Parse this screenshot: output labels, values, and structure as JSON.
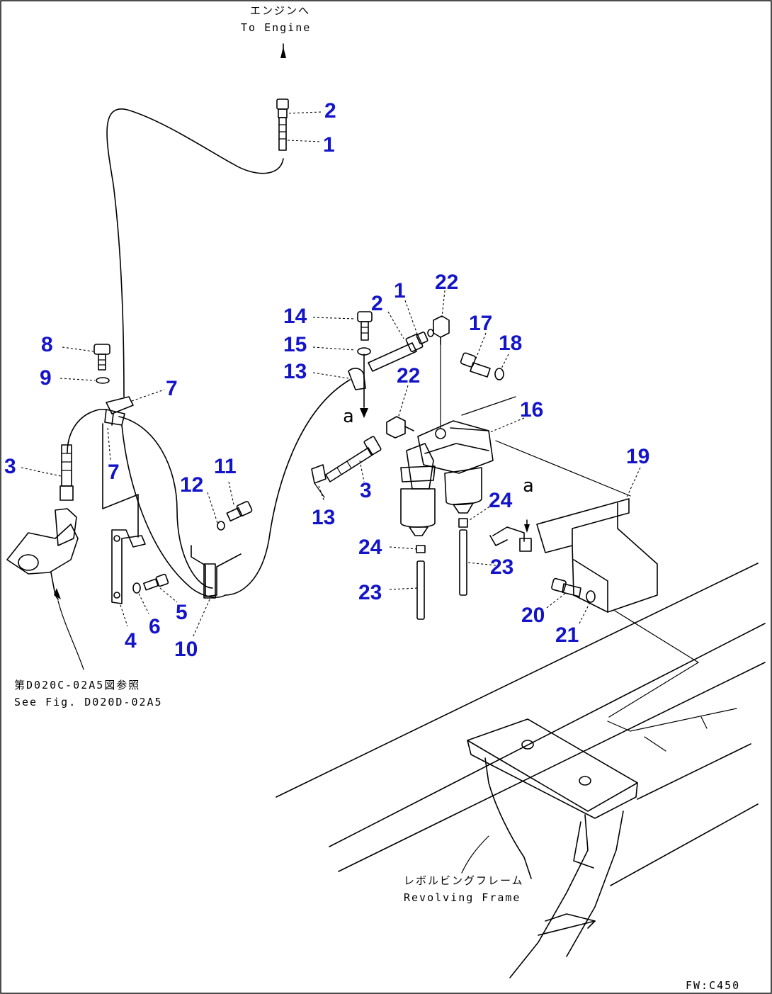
{
  "notes": {
    "engine_jp": "エンジンへ",
    "engine_en": "To Engine",
    "see_fig_jp": "第D020C-02A5図参照",
    "see_fig_en": "See Fig. D020D-02A5",
    "frame_jp": "レボルビングフレーム",
    "frame_en": "Revolving Frame",
    "view_mark_top": "a",
    "view_mark_right": "a",
    "drawing_code": "FW:C450"
  },
  "callouts": {
    "c1_top": "1",
    "c2_top": "2",
    "c8": "8",
    "c9": "9",
    "c7_upper": "7",
    "c7_lower": "7",
    "c3_left": "3",
    "c12": "12",
    "c11": "11",
    "c5": "5",
    "c6": "6",
    "c4": "4",
    "c10": "10",
    "c14": "14",
    "c15": "15",
    "c13_upper": "13",
    "c13_lower": "13",
    "c2_mid": "2",
    "c1_mid": "1",
    "c22_upper": "22",
    "c22_lower": "22",
    "c3_mid": "3",
    "c17": "17",
    "c18": "18",
    "c16": "16",
    "c19": "19",
    "c24_left": "24",
    "c24_right": "24",
    "c23_left": "23",
    "c23_right": "23",
    "c20": "20",
    "c21": "21"
  }
}
